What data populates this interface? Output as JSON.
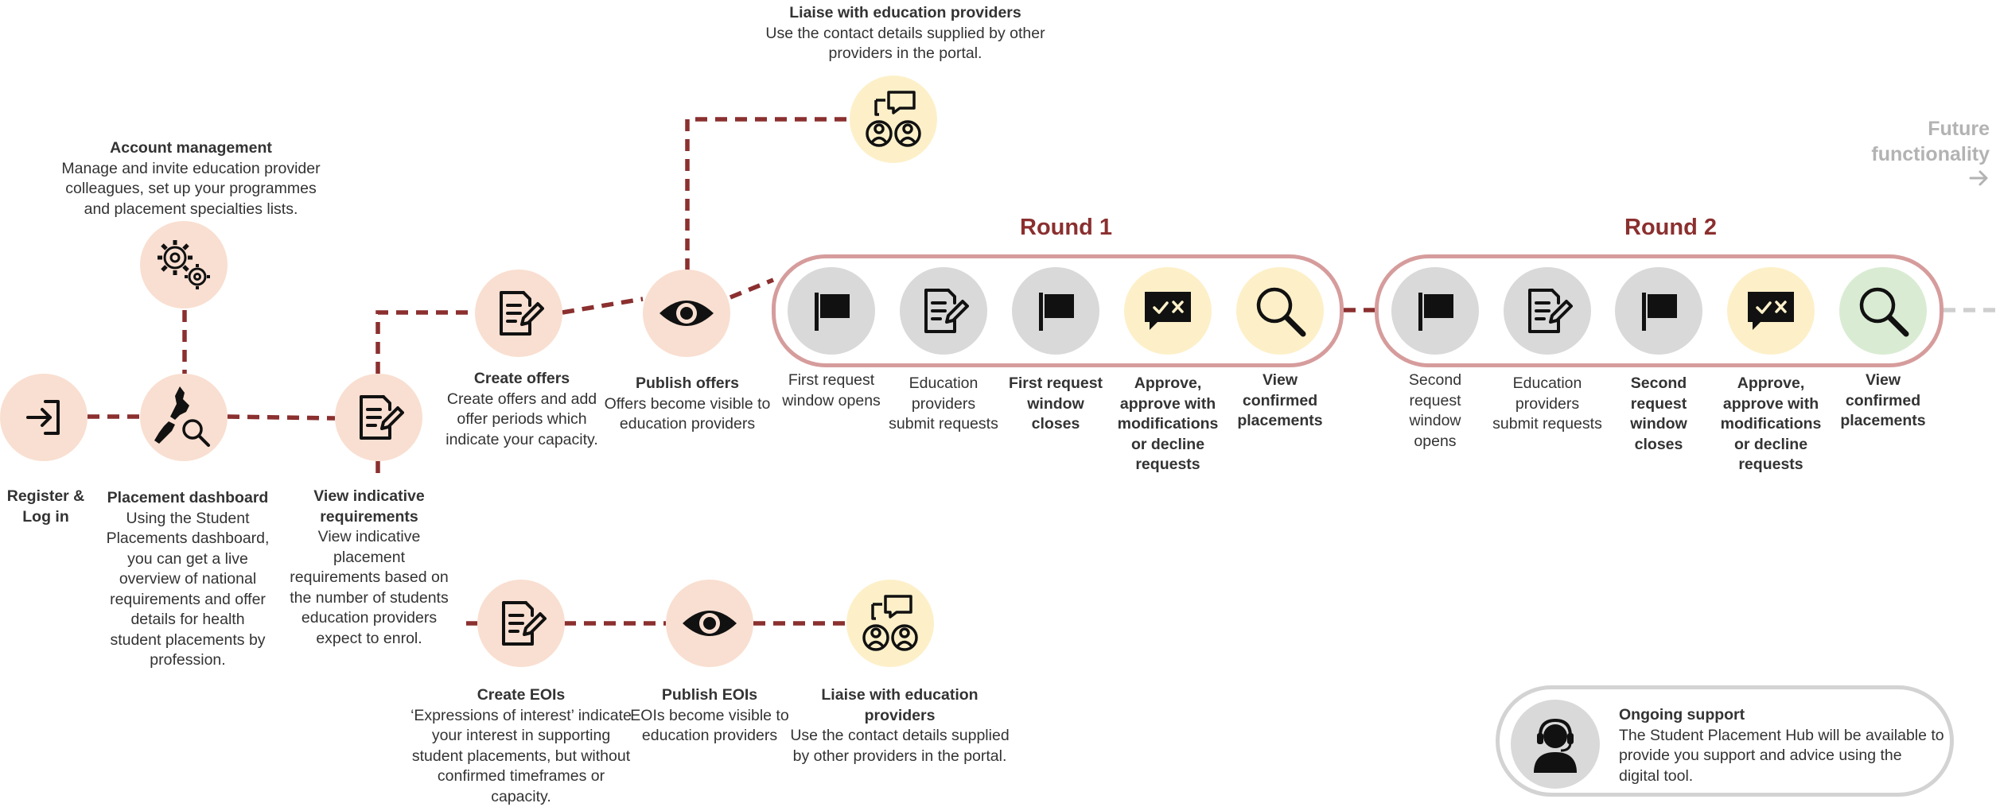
{
  "colors": {
    "connector": "#8b2f2f",
    "round_border": "#d69c9c",
    "round_title": "#8b2f2f",
    "peach": "#f9dfd1",
    "grey": "#d9d9d9",
    "yellow": "#fdf0c9",
    "green": "#d9ecd3",
    "future_text": "#b3b3b3"
  },
  "icons": {
    "register": "login-arrow-icon",
    "dashboard": "nz-map-magnifier-icon",
    "account": "gears-icon",
    "document": "document-pen-icon",
    "eye": "eye-icon",
    "liaise": "people-chat-icon",
    "flag": "flag-icon",
    "approve": "check-cross-chat-icon",
    "view": "magnifier-icon",
    "support": "headset-person-icon",
    "future_arrow": "arrow-right-icon"
  },
  "steps": {
    "register": {
      "title": "Register & Log in"
    },
    "dashboard": {
      "title": "Placement dashboard",
      "desc": "Using the Student Placements dashboard, you can get a live overview of national requirements and offer details for health student placements by profession."
    },
    "account": {
      "title": "Account management",
      "desc": "Manage and invite education provider colleagues, set up your programmes and placement specialties lists."
    },
    "requirements": {
      "title": "View indicative requirements",
      "desc": "View indicative placement requirements based on the number of students education providers expect to enrol."
    },
    "create_offers": {
      "title": "Create offers",
      "desc": "Create offers and add offer periods which indicate your capacity."
    },
    "publish_offers": {
      "title": "Publish offers",
      "desc": "Offers become visible to education providers"
    },
    "liaise_top": {
      "title": "Liaise with education providers",
      "desc": "Use the contact details supplied by other providers in the portal."
    },
    "create_eois": {
      "title": "Create EOIs",
      "desc": "‘Expressions of interest’ indicate your interest in supporting student placements, but without confirmed timeframes or capacity."
    },
    "publish_eois": {
      "title": "Publish EOIs",
      "desc": "EOIs become visible to education providers"
    },
    "liaise_bottom": {
      "title": "Liaise with education providers",
      "desc": "Use the contact details supplied by other providers in the portal."
    }
  },
  "rounds": [
    {
      "title": "Round 1",
      "items": [
        {
          "label": "First request window opens",
          "bold": false
        },
        {
          "label": "Education providers submit requests",
          "bold": false
        },
        {
          "label": "First request window closes",
          "bold": true
        },
        {
          "label": "Approve, approve with modifications or decline requests",
          "bold": true
        },
        {
          "label": "View confirmed placements",
          "bold": true
        }
      ]
    },
    {
      "title": "Round 2",
      "items": [
        {
          "label": "Second request window opens",
          "bold": false
        },
        {
          "label": "Education providers submit requests",
          "bold": false
        },
        {
          "label": "Second request window closes",
          "bold": true
        },
        {
          "label": "Approve, approve with modifications or decline requests",
          "bold": true
        },
        {
          "label": "View confirmed placements",
          "bold": true
        }
      ]
    }
  ],
  "future": {
    "line1": "Future",
    "line2": "functionality"
  },
  "support": {
    "title": "Ongoing support",
    "desc": "The Student Placement Hub will be available to provide you support and advice using the digital tool."
  }
}
